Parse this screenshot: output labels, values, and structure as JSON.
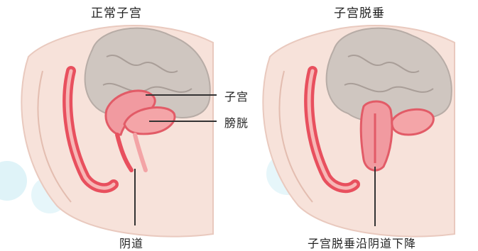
{
  "normal": {
    "title": "正常子宫",
    "labels": {
      "uterus": "子宫",
      "bladder": "膀胱",
      "vagina": "阴道"
    }
  },
  "prolapse": {
    "title": "子宫脱垂",
    "caption": "子宫脱垂沿阴道下降"
  },
  "colors": {
    "tissue_red": "#e8505e",
    "tissue_pink": "#f7b7b6",
    "skin": "#f6ded6",
    "intestine": "#c9c0ba",
    "watermark": "#d8f1f7"
  }
}
